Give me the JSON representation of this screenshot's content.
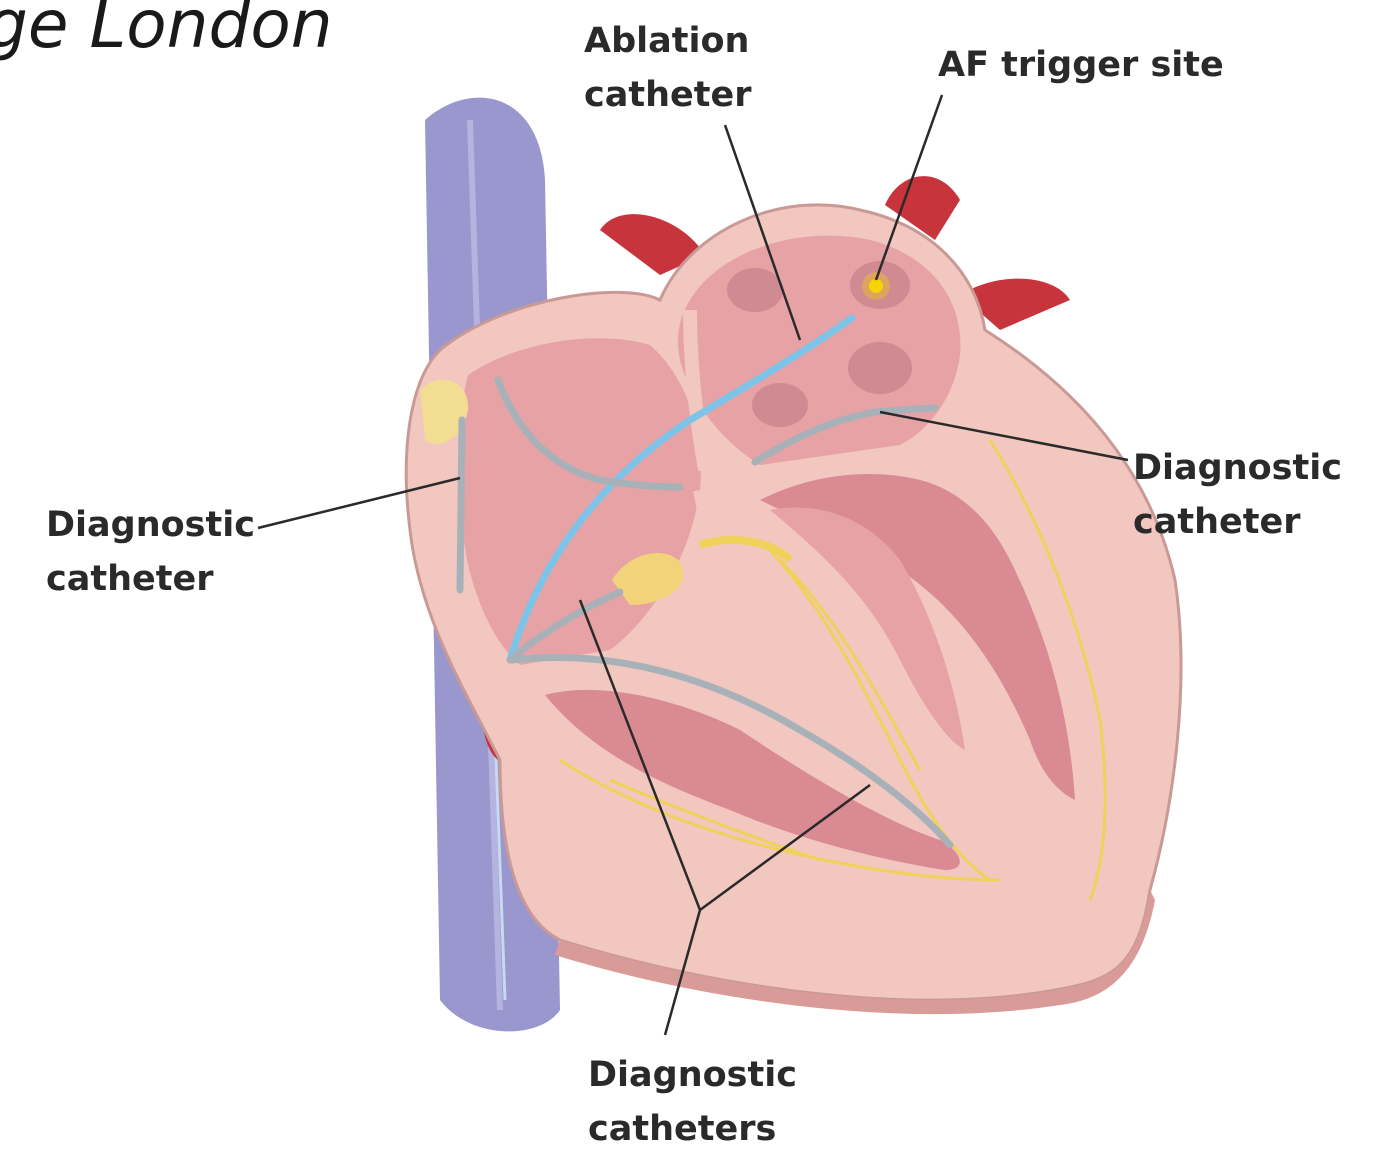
{
  "header": {
    "partial_title": "ge London"
  },
  "labels": {
    "ablation": [
      "Ablation",
      "catheter"
    ],
    "af_trigger": "AF trigger site",
    "diag_right": [
      "Diagnostic",
      "catheter"
    ],
    "diag_left": [
      "Diagnostic",
      "catheter"
    ],
    "diag_bottom": [
      "Diagnostic",
      "catheters"
    ]
  },
  "colors": {
    "vein": "#8f8cc9",
    "heart_outer": "#f2c7c0",
    "chamber": "#e7a2a6",
    "muscle": "#d98a93",
    "artery": "#c8343c",
    "ablation_catheter": "#7ec3e8",
    "diagnostic_catheter": "#a9b1b8",
    "nerve": "#f0d15a",
    "trigger_site": "#f5d400"
  }
}
